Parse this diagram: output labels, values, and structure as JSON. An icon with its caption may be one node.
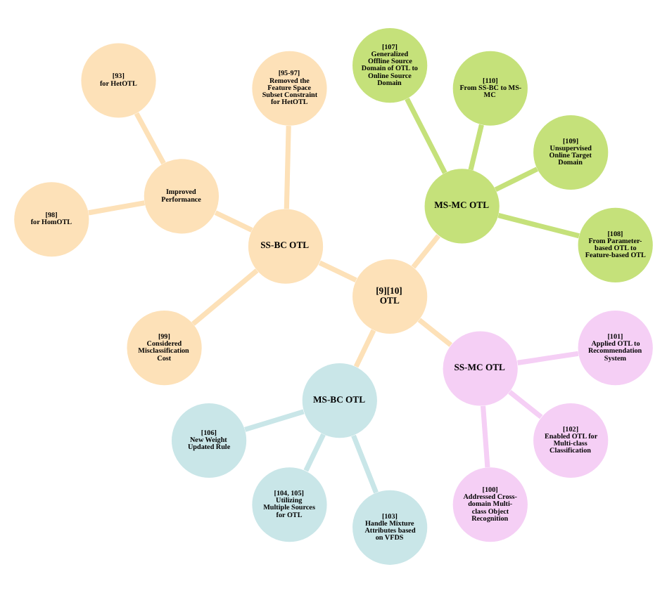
{
  "diagram": {
    "nodes": [
      {
        "text": [
          "[9][10]",
          "OTL"
        ]
      },
      {
        "text": [
          "MS-MC OTL"
        ]
      },
      {
        "text": [
          "[108]",
          "From Parameter-based OTL to Feature-based OTL"
        ]
      },
      {
        "text": [
          "[109]",
          "Unsupervised Online Target Domain"
        ]
      },
      {
        "text": [
          "[110]",
          "From SS-BC to MS-MC"
        ]
      },
      {
        "text": [
          "[107]",
          "Generalized Offline Source Domain of OTL to Online Source Domain"
        ]
      },
      {
        "text": [
          "SS-BC OTL"
        ]
      },
      {
        "text": [
          "[95-97]",
          "Removed the Feature Space Subset Constraint for HetOTL"
        ]
      },
      {
        "text": [
          "Improved Performance"
        ]
      },
      {
        "text": [
          "[93]",
          "for HetOTL"
        ]
      },
      {
        "text": [
          "[98]",
          "for HomOTL"
        ]
      },
      {
        "text": [
          "[99]",
          "Considered Misclassification Cost"
        ]
      },
      {
        "text": [
          "MS-BC OTL"
        ]
      },
      {
        "text": [
          "[106]",
          "New Weight Updated Rule"
        ]
      },
      {
        "text": [
          "[104, 105]",
          "Utilizing Multiple Sources for OTL"
        ]
      },
      {
        "text": [
          "[103]",
          "Handle Mixture Attributes based on VFDS"
        ]
      },
      {
        "text": [
          "SS-MC OTL"
        ]
      },
      {
        "text": [
          "[100]",
          "Addressed Cross-domain Multi-class Object Recognition"
        ]
      },
      {
        "text": [
          "[102]",
          "Enabled OTL for Multi-class Classification"
        ]
      },
      {
        "text": [
          "[101]",
          "Applied OTL to Recommendation System"
        ]
      }
    ],
    "edges": [
      {
        "from": 0,
        "to": 1,
        "arrow": "none"
      },
      {
        "from": 1,
        "to": 2,
        "arrow": "none",
        "color": "#c5e17a"
      },
      {
        "from": 1,
        "to": 3,
        "arrow": "none",
        "color": "#c5e17a"
      },
      {
        "from": 1,
        "to": 4,
        "arrow": "none",
        "color": "#c5e17a"
      },
      {
        "from": 1,
        "to": 5,
        "arrow": "none",
        "color": "#c5e17a"
      },
      {
        "from": 0,
        "to": 6,
        "arrow": "none"
      },
      {
        "from": 6,
        "to": 7,
        "arrow": "none"
      },
      {
        "from": 6,
        "to": 8,
        "arrow": "none"
      },
      {
        "from": 8,
        "to": 9,
        "arrow": "none"
      },
      {
        "from": 8,
        "to": 10,
        "arrow": "none"
      },
      {
        "from": 6,
        "to": 11,
        "arrow": "none"
      },
      {
        "from": 0,
        "to": 12,
        "arrow": "none"
      },
      {
        "from": 12,
        "to": 13,
        "arrow": "none",
        "color": "#c9e6e8"
      },
      {
        "from": 12,
        "to": 14,
        "arrow": "none",
        "color": "#c9e6e8"
      },
      {
        "from": 12,
        "to": 15,
        "arrow": "none",
        "color": "#c9e6e8"
      },
      {
        "from": 0,
        "to": 16,
        "arrow": "none"
      },
      {
        "from": 16,
        "to": 17,
        "arrow": "none",
        "color": "#f5cff5"
      },
      {
        "from": 16,
        "to": 18,
        "arrow": "none",
        "color": "#f5cff5"
      },
      {
        "from": 16,
        "to": 19,
        "arrow": "none",
        "color": "#f5cff5"
      }
    ]
  }
}
